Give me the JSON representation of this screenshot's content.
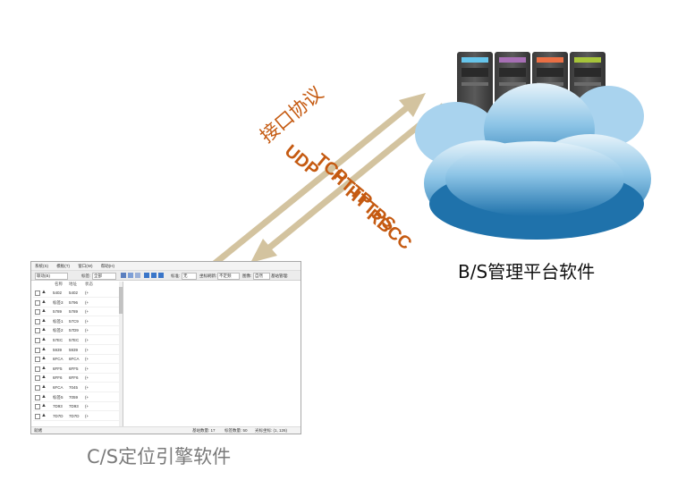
{
  "diagram": {
    "protocols": {
      "heading": "接口协议",
      "items": [
        "UDP",
        "TCP",
        "HTTP",
        "HTTPS",
        "RBCC"
      ]
    },
    "bs_caption": "B/S管理平台软件",
    "cs_caption": "C/S定位引擎软件"
  },
  "cs_window": {
    "menu": [
      "系统(S)",
      "模板(T)",
      "窗口(W)",
      "帮助(H)"
    ],
    "toolbar": {
      "field1": "联动(B)",
      "label_type": "标签:",
      "field2": "全部",
      "label_col": "标准:",
      "field3": "无",
      "label_rate": "坐标刷新:",
      "field4": "不定频",
      "label_img": "图像:",
      "field5": "自然",
      "label_base": "基站管理:"
    },
    "list": {
      "headers": [
        "名称",
        "地址",
        "状态"
      ],
      "rows": [
        {
          "name": "5402",
          "addr": "5402",
          "state": "(+"
        },
        {
          "name": "标签3",
          "addr": "5796",
          "state": "(+"
        },
        {
          "name": "5789",
          "addr": "5789",
          "state": "(+"
        },
        {
          "name": "标签1",
          "addr": "57C9",
          "state": "(+"
        },
        {
          "name": "标签2",
          "addr": "57D9",
          "state": "(+"
        },
        {
          "name": "57EC",
          "addr": "57EC",
          "state": "(+"
        },
        {
          "name": "5939",
          "addr": "5939",
          "state": "(+"
        },
        {
          "name": "6FCA",
          "addr": "6FCA",
          "state": "(+"
        },
        {
          "name": "6FF5",
          "addr": "6FF5",
          "state": "(+"
        },
        {
          "name": "6FF6",
          "addr": "6FF6",
          "state": "(+"
        },
        {
          "name": "6FCA",
          "addr": "7045",
          "state": "(+"
        },
        {
          "name": "标签5",
          "addr": "7059",
          "state": "(+"
        },
        {
          "name": "7D93",
          "addr": "7D93",
          "state": "(+"
        },
        {
          "name": "7D7D",
          "addr": "7D7D",
          "state": "(+"
        }
      ]
    },
    "status": {
      "left": "就绪",
      "stations": "基站数量: 17",
      "tags": "标签数量: 50",
      "coords": "光标坐标: (1, 126)"
    }
  },
  "colors": {
    "arrow": "#d3c39f",
    "protocol_text": "#c55a11",
    "cloud_light": "#cfe6f3",
    "cloud_mid": "#64a9d6",
    "cloud_dark": "#1c6fa8",
    "server_body": "#4a4a4a",
    "led_blue": "#66c4ea",
    "led_purple": "#a66fb4",
    "led_orange": "#ea6f44",
    "led_green": "#a6c43a"
  }
}
